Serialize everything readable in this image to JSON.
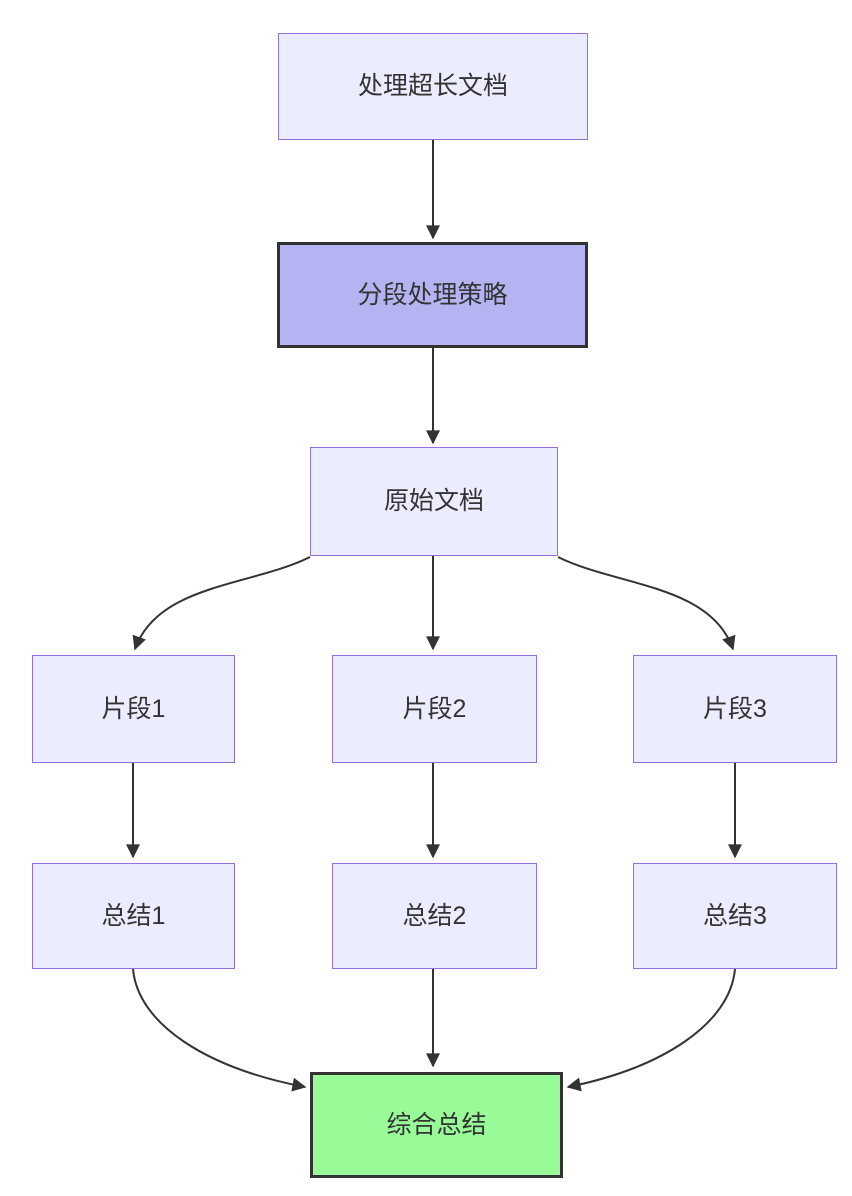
{
  "diagram": {
    "type": "flowchart-top-down",
    "colors": {
      "bg": "#ffffff",
      "node_fill": "#ECECFF",
      "node_border": "#9370DB",
      "node_text": "#333333",
      "emphasis_fill": "#b4b4f2",
      "emphasis_border": "#333333",
      "success_fill": "#98fb98",
      "edge_color": "#333333"
    },
    "nodes": [
      {
        "id": "A",
        "label": "处理超长文档",
        "kind": "default"
      },
      {
        "id": "B",
        "label": "分段处理策略",
        "kind": "emphasis"
      },
      {
        "id": "C",
        "label": "原始文档",
        "kind": "default"
      },
      {
        "id": "D",
        "label": "片段1",
        "kind": "default"
      },
      {
        "id": "E",
        "label": "片段2",
        "kind": "default"
      },
      {
        "id": "F",
        "label": "片段3",
        "kind": "default"
      },
      {
        "id": "G",
        "label": "总结1",
        "kind": "default"
      },
      {
        "id": "H",
        "label": "总结2",
        "kind": "default"
      },
      {
        "id": "I",
        "label": "总结3",
        "kind": "default"
      },
      {
        "id": "J",
        "label": "综合总结",
        "kind": "success"
      }
    ],
    "edges": [
      {
        "from": "处理超长文档",
        "to": "分段处理策略"
      },
      {
        "from": "分段处理策略",
        "to": "原始文档"
      },
      {
        "from": "原始文档",
        "to": "片段1"
      },
      {
        "from": "原始文档",
        "to": "片段2"
      },
      {
        "from": "原始文档",
        "to": "片段3"
      },
      {
        "from": "片段1",
        "to": "总结1"
      },
      {
        "from": "片段2",
        "to": "总结2"
      },
      {
        "from": "片段3",
        "to": "总结3"
      },
      {
        "from": "总结1",
        "to": "综合总结"
      },
      {
        "from": "总结2",
        "to": "综合总结"
      },
      {
        "from": "总结3",
        "to": "综合总结"
      }
    ]
  }
}
